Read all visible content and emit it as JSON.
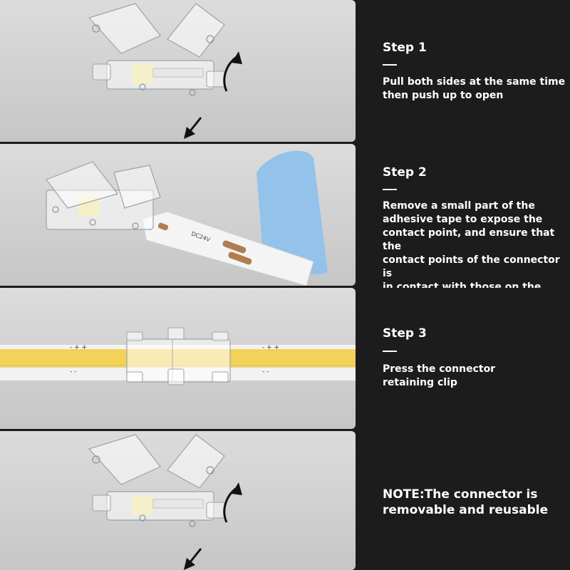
{
  "steps": [
    {
      "title": "Step 1",
      "lines": [
        "Pull both sides at the same time",
        "then push up to open"
      ]
    },
    {
      "title": "Step 2",
      "lines": [
        "Remove a small part of the",
        "adhesive tape to expose the",
        "contact point, and ensure that the",
        "contact points of the connector is",
        "in contact with those on the strip"
      ],
      "strip_label": "DC24V"
    },
    {
      "title": "Step 3",
      "lines": [
        "Press the connector",
        "retaining clip"
      ]
    }
  ],
  "note": {
    "lines": [
      "NOTE:The connector is",
      "removable and reusable"
    ]
  },
  "colors": {
    "panel": "#1c1c1c",
    "photo_bg": "#d6d6d6",
    "led_yellow": "#f3d25a",
    "tape_blue": "#8fc1ec",
    "copper": "#b07d4e"
  }
}
